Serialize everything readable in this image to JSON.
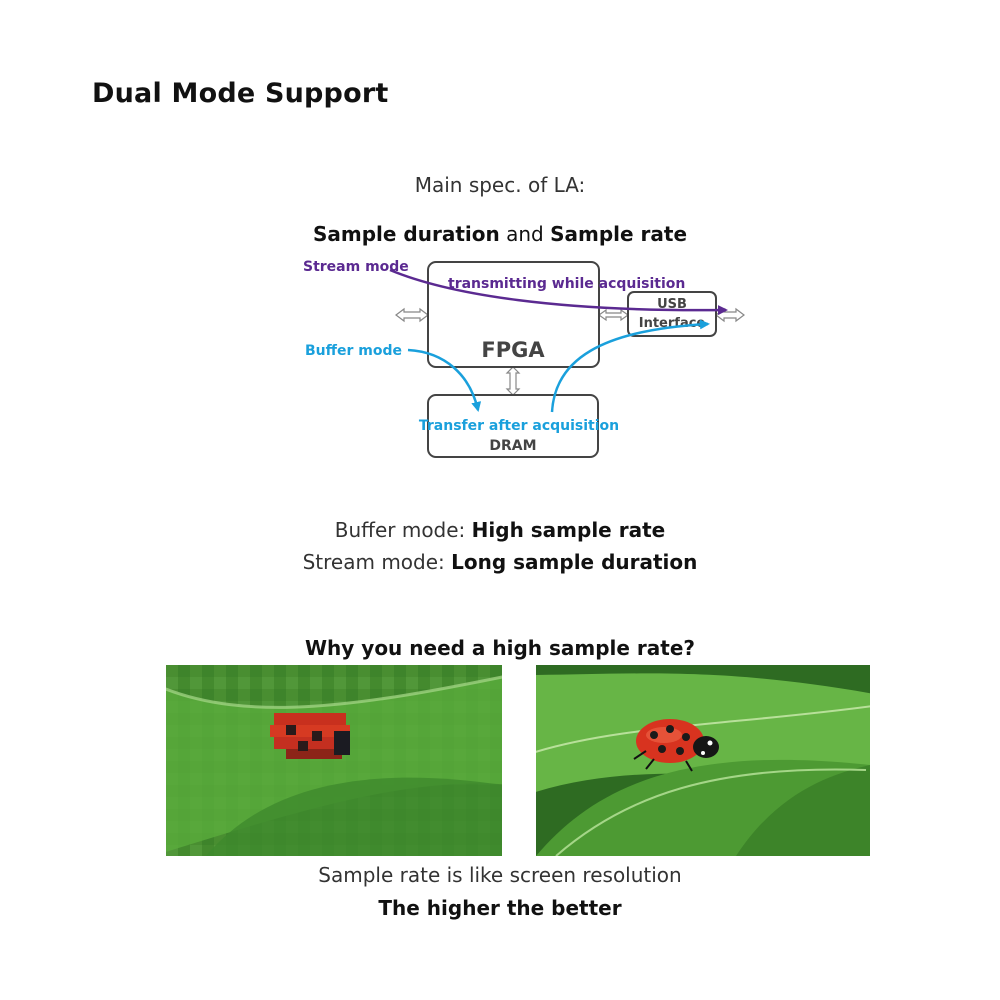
{
  "title": "Dual Mode Support",
  "spec_line": "Main spec. of LA:",
  "subtitle": {
    "part1": "Sample duration",
    "part2": " and ",
    "part3": "Sample rate"
  },
  "diagram": {
    "stream_mode": "Stream mode",
    "transmitting": "transmitting while acquisition",
    "usb_line1": "USB",
    "usb_line2": "Interface",
    "buffer_mode": "Buffer mode",
    "fpga": "FPGA",
    "transfer": "Transfer after acquisition",
    "dram": "DRAM",
    "colors": {
      "stream": "#5b2a91",
      "buffer": "#1aa0dc",
      "box_stroke": "#444444"
    }
  },
  "modes": {
    "buffer_label": "Buffer mode: ",
    "buffer_value": "High sample rate",
    "stream_label": "Stream mode: ",
    "stream_value": "Long sample duration"
  },
  "why": "Why you need a high sample rate?",
  "images": {
    "left": "pixelated-ladybug-image",
    "right": "sharp-ladybug-image"
  },
  "caption": {
    "line1": "Sample rate is like screen resolution",
    "line2": "The higher the better"
  }
}
